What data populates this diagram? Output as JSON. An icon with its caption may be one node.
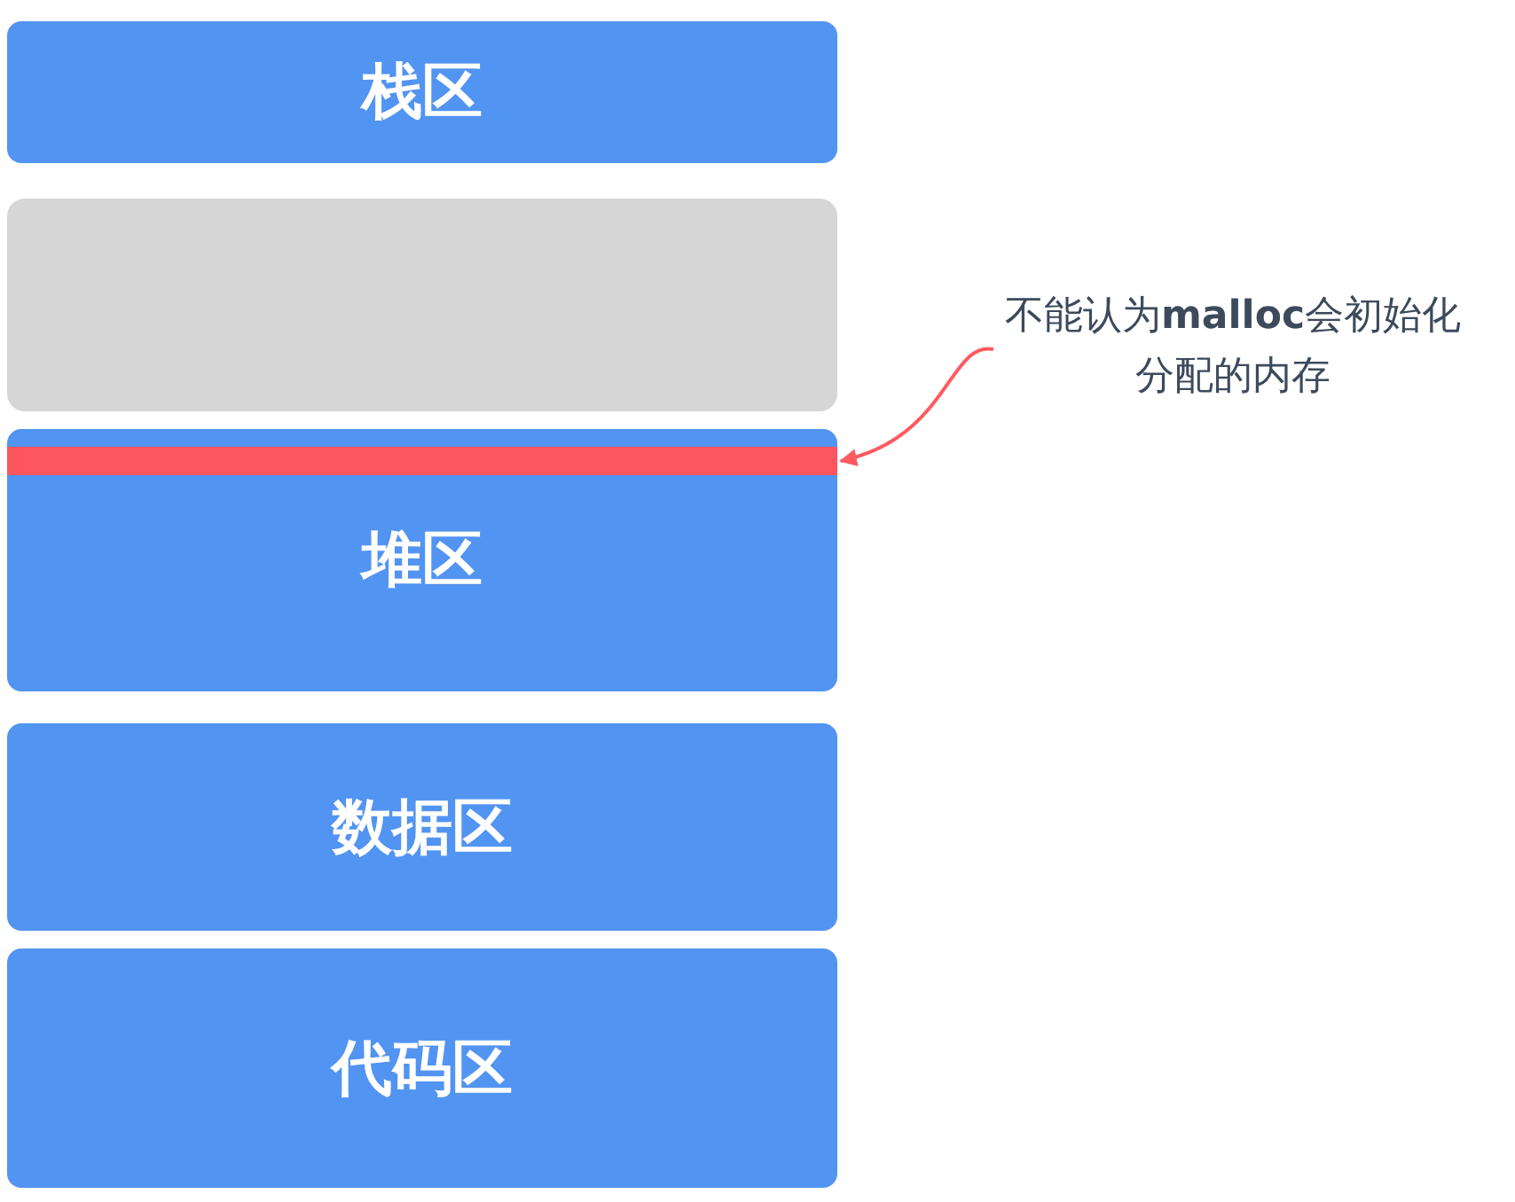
{
  "diagram": {
    "nodes": [
      {
        "text": [
          "栈区"
        ]
      },
      {
        "text": [],
        "shape": "box"
      },
      {
        "text": [
          "堆区"
        ]
      },
      {
        "text": [],
        "shape": "bar",
        "in": 2
      },
      {
        "text": [
          "数据区"
        ]
      },
      {
        "text": [
          "代码区"
        ]
      },
      {
        "text": [
          "不能认为**malloc**会初始化分配的内存"
        ]
      }
    ],
    "edges": [
      {
        "from": 6,
        "to": 3,
        "arrow": "to",
        "color": "#ff5a5f"
      }
    ]
  }
}
